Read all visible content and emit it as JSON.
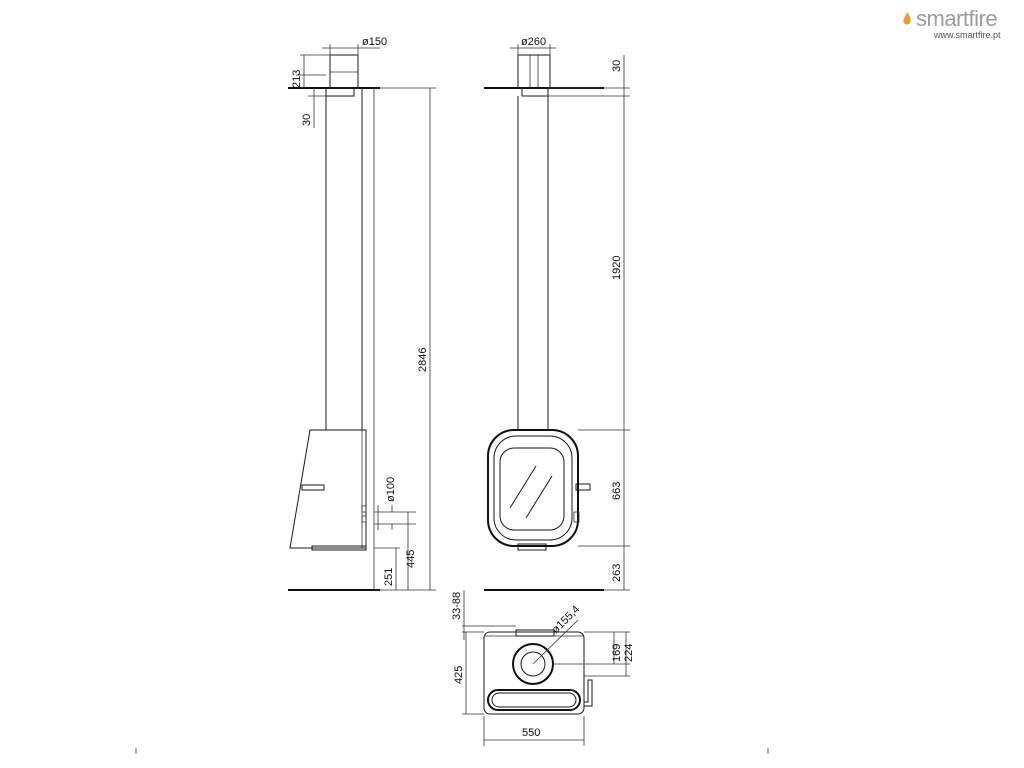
{
  "brand": {
    "name": "smartfire",
    "url": "www.smartfire.pt",
    "flame_color": "#e8a030"
  },
  "side_view": {
    "flue_diameter": "ø150",
    "dim_top_offset": "213",
    "dim_ceiling_plate": "30",
    "dim_total_height": "2846",
    "inlet_diameter": "ø100",
    "dim_inlet_height": "445",
    "dim_base_height": "251"
  },
  "front_view": {
    "plate_diameter": "ø260",
    "dim_ceiling_plate": "30",
    "dim_flue_length": "1920",
    "dim_body_height": "663",
    "dim_base_height": "263"
  },
  "top_view": {
    "dim_flue_offset": "33-88",
    "flue_diameter": "ø155,4",
    "dim_flue_center": "169",
    "dim_flue_edge": "224",
    "dim_depth": "425",
    "dim_width": "550"
  }
}
